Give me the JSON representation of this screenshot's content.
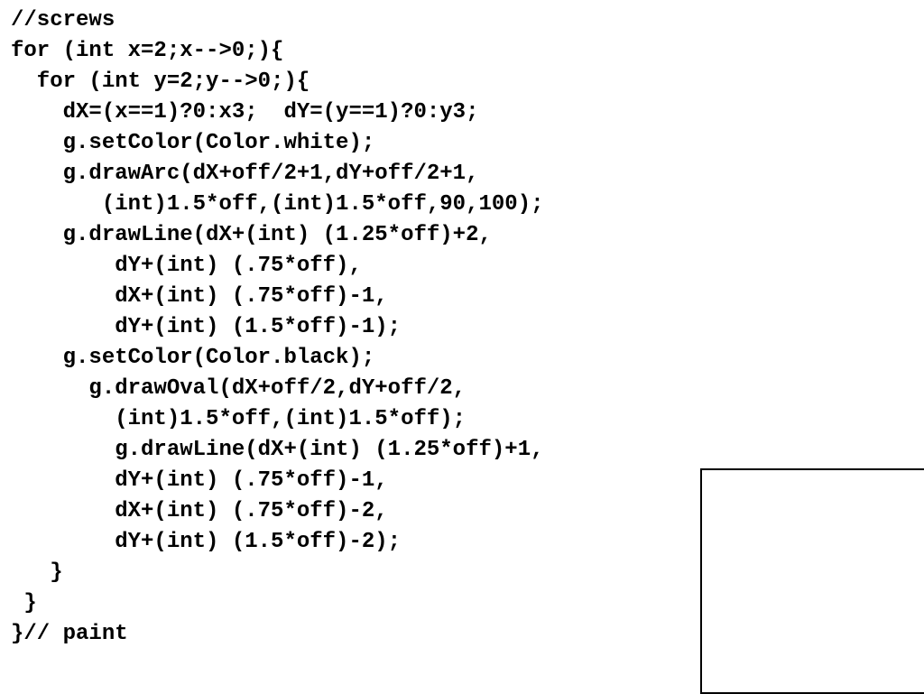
{
  "code": {
    "lines": [
      "//screws",
      "for (int x=2;x-->0;){",
      "  for (int y=2;y-->0;){",
      "    dX=(x==1)?0:x3;  dY=(y==1)?0:y3;",
      "    g.setColor(Color.white);",
      "    g.drawArc(dX+off/2+1,dY+off/2+1,",
      "       (int)1.5*off,(int)1.5*off,90,100);",
      "    g.drawLine(dX+(int) (1.25*off)+2,",
      "        dY+(int) (.75*off),",
      "        dX+(int) (.75*off)-1,",
      "        dY+(int) (1.5*off)-1);",
      "    g.setColor(Color.black);",
      "      g.drawOval(dX+off/2,dY+off/2,",
      "        (int)1.5*off,(int)1.5*off);",
      "        g.drawLine(dX+(int) (1.25*off)+1,",
      "        dY+(int) (.75*off)-1,",
      "        dX+(int) (.75*off)-2,",
      "        dY+(int) (1.5*off)-2);",
      "   }",
      " }",
      "}// paint"
    ]
  }
}
